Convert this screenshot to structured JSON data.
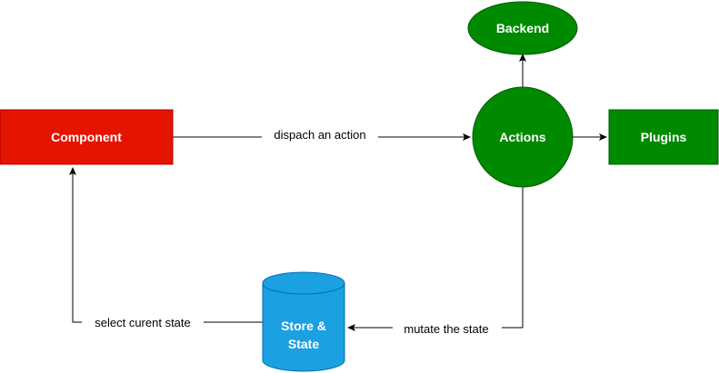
{
  "nodes": {
    "component": {
      "label": "Component",
      "fill": "#e51400",
      "stroke": "#b20000"
    },
    "actions": {
      "label": "Actions",
      "fill": "#008a00",
      "stroke": "#005700"
    },
    "backend": {
      "label": "Backend",
      "fill": "#008a00",
      "stroke": "#005700"
    },
    "plugins": {
      "label": "Plugins",
      "fill": "#008a00",
      "stroke": "#005700"
    },
    "store": {
      "label_line1": "Store &",
      "label_line2": "State",
      "fill": "#1ba1e2",
      "stroke": "#006eaf"
    }
  },
  "edges": {
    "dispatch": {
      "label": "dispach an action"
    },
    "mutate": {
      "label": "mutate the state"
    },
    "select": {
      "label": "select curent state"
    }
  }
}
